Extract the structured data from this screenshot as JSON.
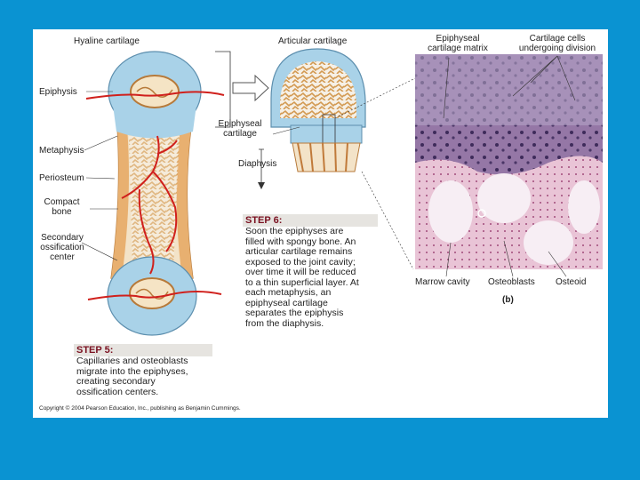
{
  "labels": {
    "hyaline_cartilage": "Hyaline cartilage",
    "epiphysis": "Epiphysis",
    "metaphysis": "Metaphysis",
    "periosteum": "Periosteum",
    "compact_bone_1": "Compact",
    "compact_bone_2": "bone",
    "secondary_1": "Secondary",
    "secondary_2": "ossification",
    "secondary_3": "center",
    "articular_cartilage": "Articular cartilage",
    "epiphyseal_cartilage_1": "Epiphyseal",
    "epiphyseal_cartilage_2": "cartilage",
    "diaphysis": "Diaphysis",
    "epiphyseal_matrix_1": "Epiphyseal",
    "epiphyseal_matrix_2": "cartilage matrix",
    "cartilage_cells_1": "Cartilage cells",
    "cartilage_cells_2": "undergoing division",
    "marrow_cavity": "Marrow cavity",
    "osteoblasts": "Osteoblasts",
    "osteoid": "Osteoid",
    "panel_b": "(b)"
  },
  "step6": {
    "heading": "STEP 6:",
    "lines": [
      "Soon the epiphyses are",
      "filled with spongy bone. An",
      "articular cartilage remains",
      "exposed to the joint cavity;",
      "over time it will be reduced",
      "to a thin superficial layer. At",
      "each metaphysis, an",
      "epiphyseal cartilage",
      "separates the epiphysis",
      "from the diaphysis."
    ]
  },
  "step5": {
    "heading": "STEP 5:",
    "lines": [
      "Capillaries and osteoblasts",
      "migrate into the epiphyses,",
      "creating secondary",
      "ossification centers."
    ]
  },
  "copyright": "Copyright © 2004 Pearson Education, Inc., publishing as Benjamin Cummings.",
  "colors": {
    "background": "#0a93d2",
    "cartilage": "#a9d2e8",
    "bone": "#e8b070",
    "vessel": "#d0201c",
    "histology": "#8b6a9a"
  }
}
